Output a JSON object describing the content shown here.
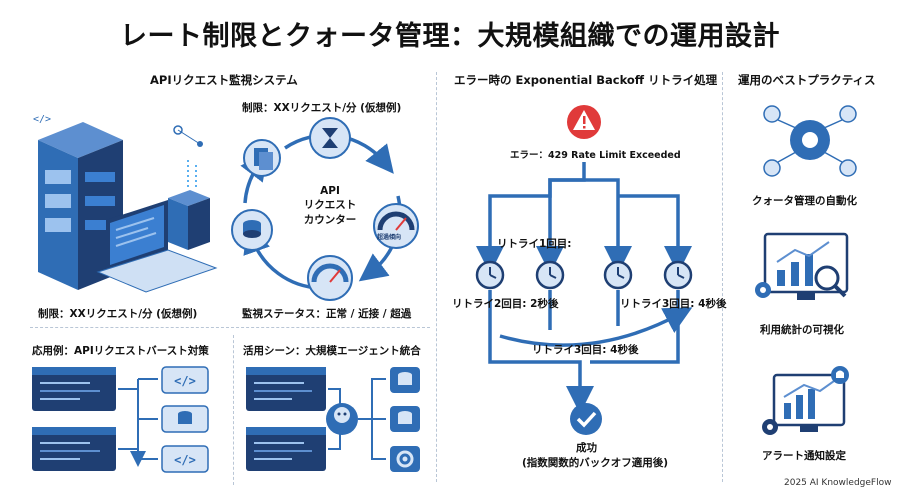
{
  "title": "レート制限とクォータ管理：大規模組織での運用設計",
  "monitor": {
    "heading": "APIリクエスト監視システム",
    "limit_top": "制限：XXリクエスト/分 (仮想例)",
    "limit_bottom": "制限：XXリクエスト/分 (仮想例)",
    "counter": [
      "API",
      "リクエスト",
      "カウンター"
    ],
    "status": "監視ステータス：正常 / 近接 / 超過",
    "gauge_text": "超過傾向"
  },
  "burst": {
    "heading": "応用例：APIリクエストバースト対策"
  },
  "agents": {
    "heading": "活用シーン：大規模エージェント統合"
  },
  "retry": {
    "heading": "エラー時の Exponential Backoff リトライ処理",
    "error": "エラー：429 Rate Limit Exceeded",
    "r1": "リトライ1回目:",
    "r2": "リトライ2回目: 2秒後",
    "r3a": "リトライ3回目: 4秒後",
    "r3b": "リトライ3回目: 4秒後",
    "success": "成功",
    "success_note": "(指数関数的バックオフ適用後)"
  },
  "practices": {
    "heading": "運用のベストプラクティス",
    "items": [
      "クォータ管理の自動化",
      "利用統計の可視化",
      "アラート通知設定"
    ]
  },
  "footer": "2025 AI KnowledgeFlow",
  "colors": {
    "primary": "#2f6db5",
    "dark": "#1f3f73",
    "light": "#d7e5f6",
    "error": "#e03a3a"
  }
}
